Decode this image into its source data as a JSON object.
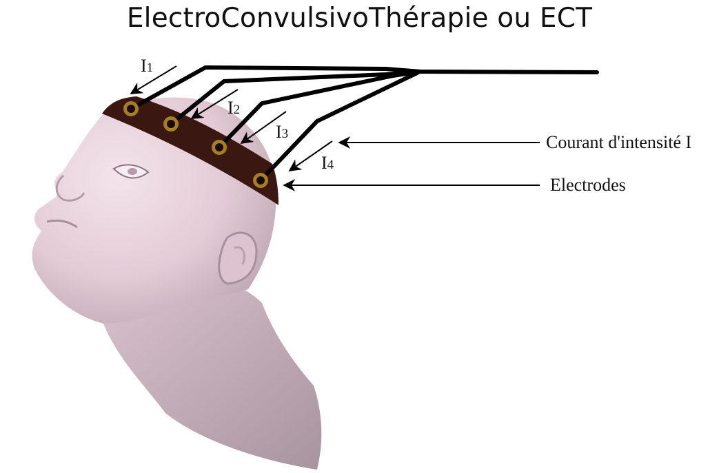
{
  "title": "ElectroConvulsivoThérapie ou ECT",
  "currents": [
    {
      "letter": "I",
      "index": "1"
    },
    {
      "letter": "I",
      "index": "2"
    },
    {
      "letter": "I",
      "index": "3"
    },
    {
      "letter": "I",
      "index": "4"
    }
  ],
  "labels": {
    "current": "Courant d'intensité I",
    "electrodes": "Electrodes"
  },
  "colors": {
    "skin": "#e7cfd9",
    "band": "#3a1710",
    "electrode_ring": "#a6801e",
    "wire": "#000000"
  }
}
